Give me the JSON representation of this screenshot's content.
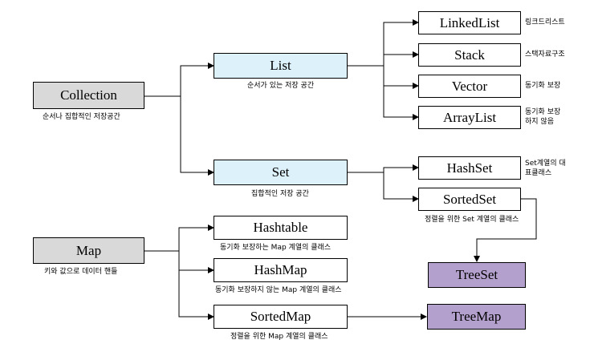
{
  "colors": {
    "gray": "#d9d9d9",
    "light_blue": "#ddf1fb",
    "purple": "#b4a0cc",
    "white": "#ffffff",
    "line": "#000000"
  },
  "nodes": {
    "collection": {
      "label": "Collection",
      "desc": "순서나 집합적인 저장공간"
    },
    "map": {
      "label": "Map",
      "desc": "키와 값으로 데이터 핸들"
    },
    "list": {
      "label": "List",
      "desc": "순서가 있는 저장 공간"
    },
    "set": {
      "label": "Set",
      "desc": "집합적인 저장 공간"
    },
    "linkedlist": {
      "label": "LinkedList",
      "desc": "링크드리스트"
    },
    "stack": {
      "label": "Stack",
      "desc": "스택자료구조"
    },
    "vector": {
      "label": "Vector",
      "desc": "동기화 보장"
    },
    "arraylist": {
      "label": "ArrayList",
      "desc": [
        "동기화 보장",
        "하지 않음"
      ]
    },
    "hashset": {
      "label": "HashSet",
      "desc": [
        "Set계열의 대",
        "표클래스"
      ]
    },
    "sortedset": {
      "label": "SortedSet",
      "desc": "정렬을 위한 Set 계열의 클래스"
    },
    "treeset": {
      "label": "TreeSet"
    },
    "hashtable": {
      "label": "Hashtable",
      "desc": "동기화 보장하는 Map 계열의 클래스"
    },
    "hashmap": {
      "label": "HashMap",
      "desc": "동기화 보장하지 않는 Map 계열의 클래스"
    },
    "sortedmap": {
      "label": "SortedMap",
      "desc": "정렬을 위한 Map 계열의 클래스"
    },
    "treemap": {
      "label": "TreeMap"
    }
  }
}
